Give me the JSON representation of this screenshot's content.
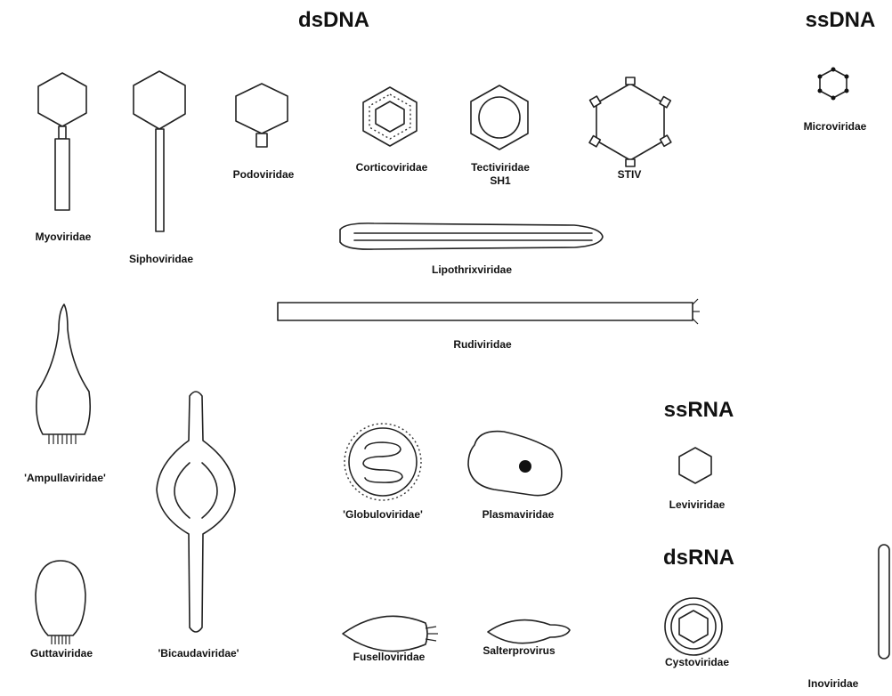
{
  "headings": {
    "dsdna": "dsDNA",
    "ssdna": "ssDNA",
    "ssrna": "ssRNA",
    "dsrna": "dsRNA"
  },
  "families": {
    "myoviridae": "Myoviridae",
    "siphoviridae": "Siphoviridae",
    "podoviridae": "Podoviridae",
    "corticoviridae": "Corticoviridae",
    "tectiviridae": "Tectiviridae",
    "sh1": "SH1",
    "stiv": "STIV",
    "microviridae": "Microviridae",
    "lipothrixviridae": "Lipothrixviridae",
    "rudiviridae": "Rudiviridae",
    "ampullaviridae": "'Ampullaviridae'",
    "bicaudaviridae": "'Bicaudaviridae'",
    "globuloviridae": "'Globuloviridae'",
    "plasmaviridae": "Plasmaviridae",
    "leviviridae": "Leviviridae",
    "guttaviridae": "Guttaviridae",
    "fuselloviridae": "Fuselloviridae",
    "salterprovirus": "Salterprovirus",
    "cystoviridae": "Cystoviridae",
    "inoviridae": "Inoviridae"
  }
}
